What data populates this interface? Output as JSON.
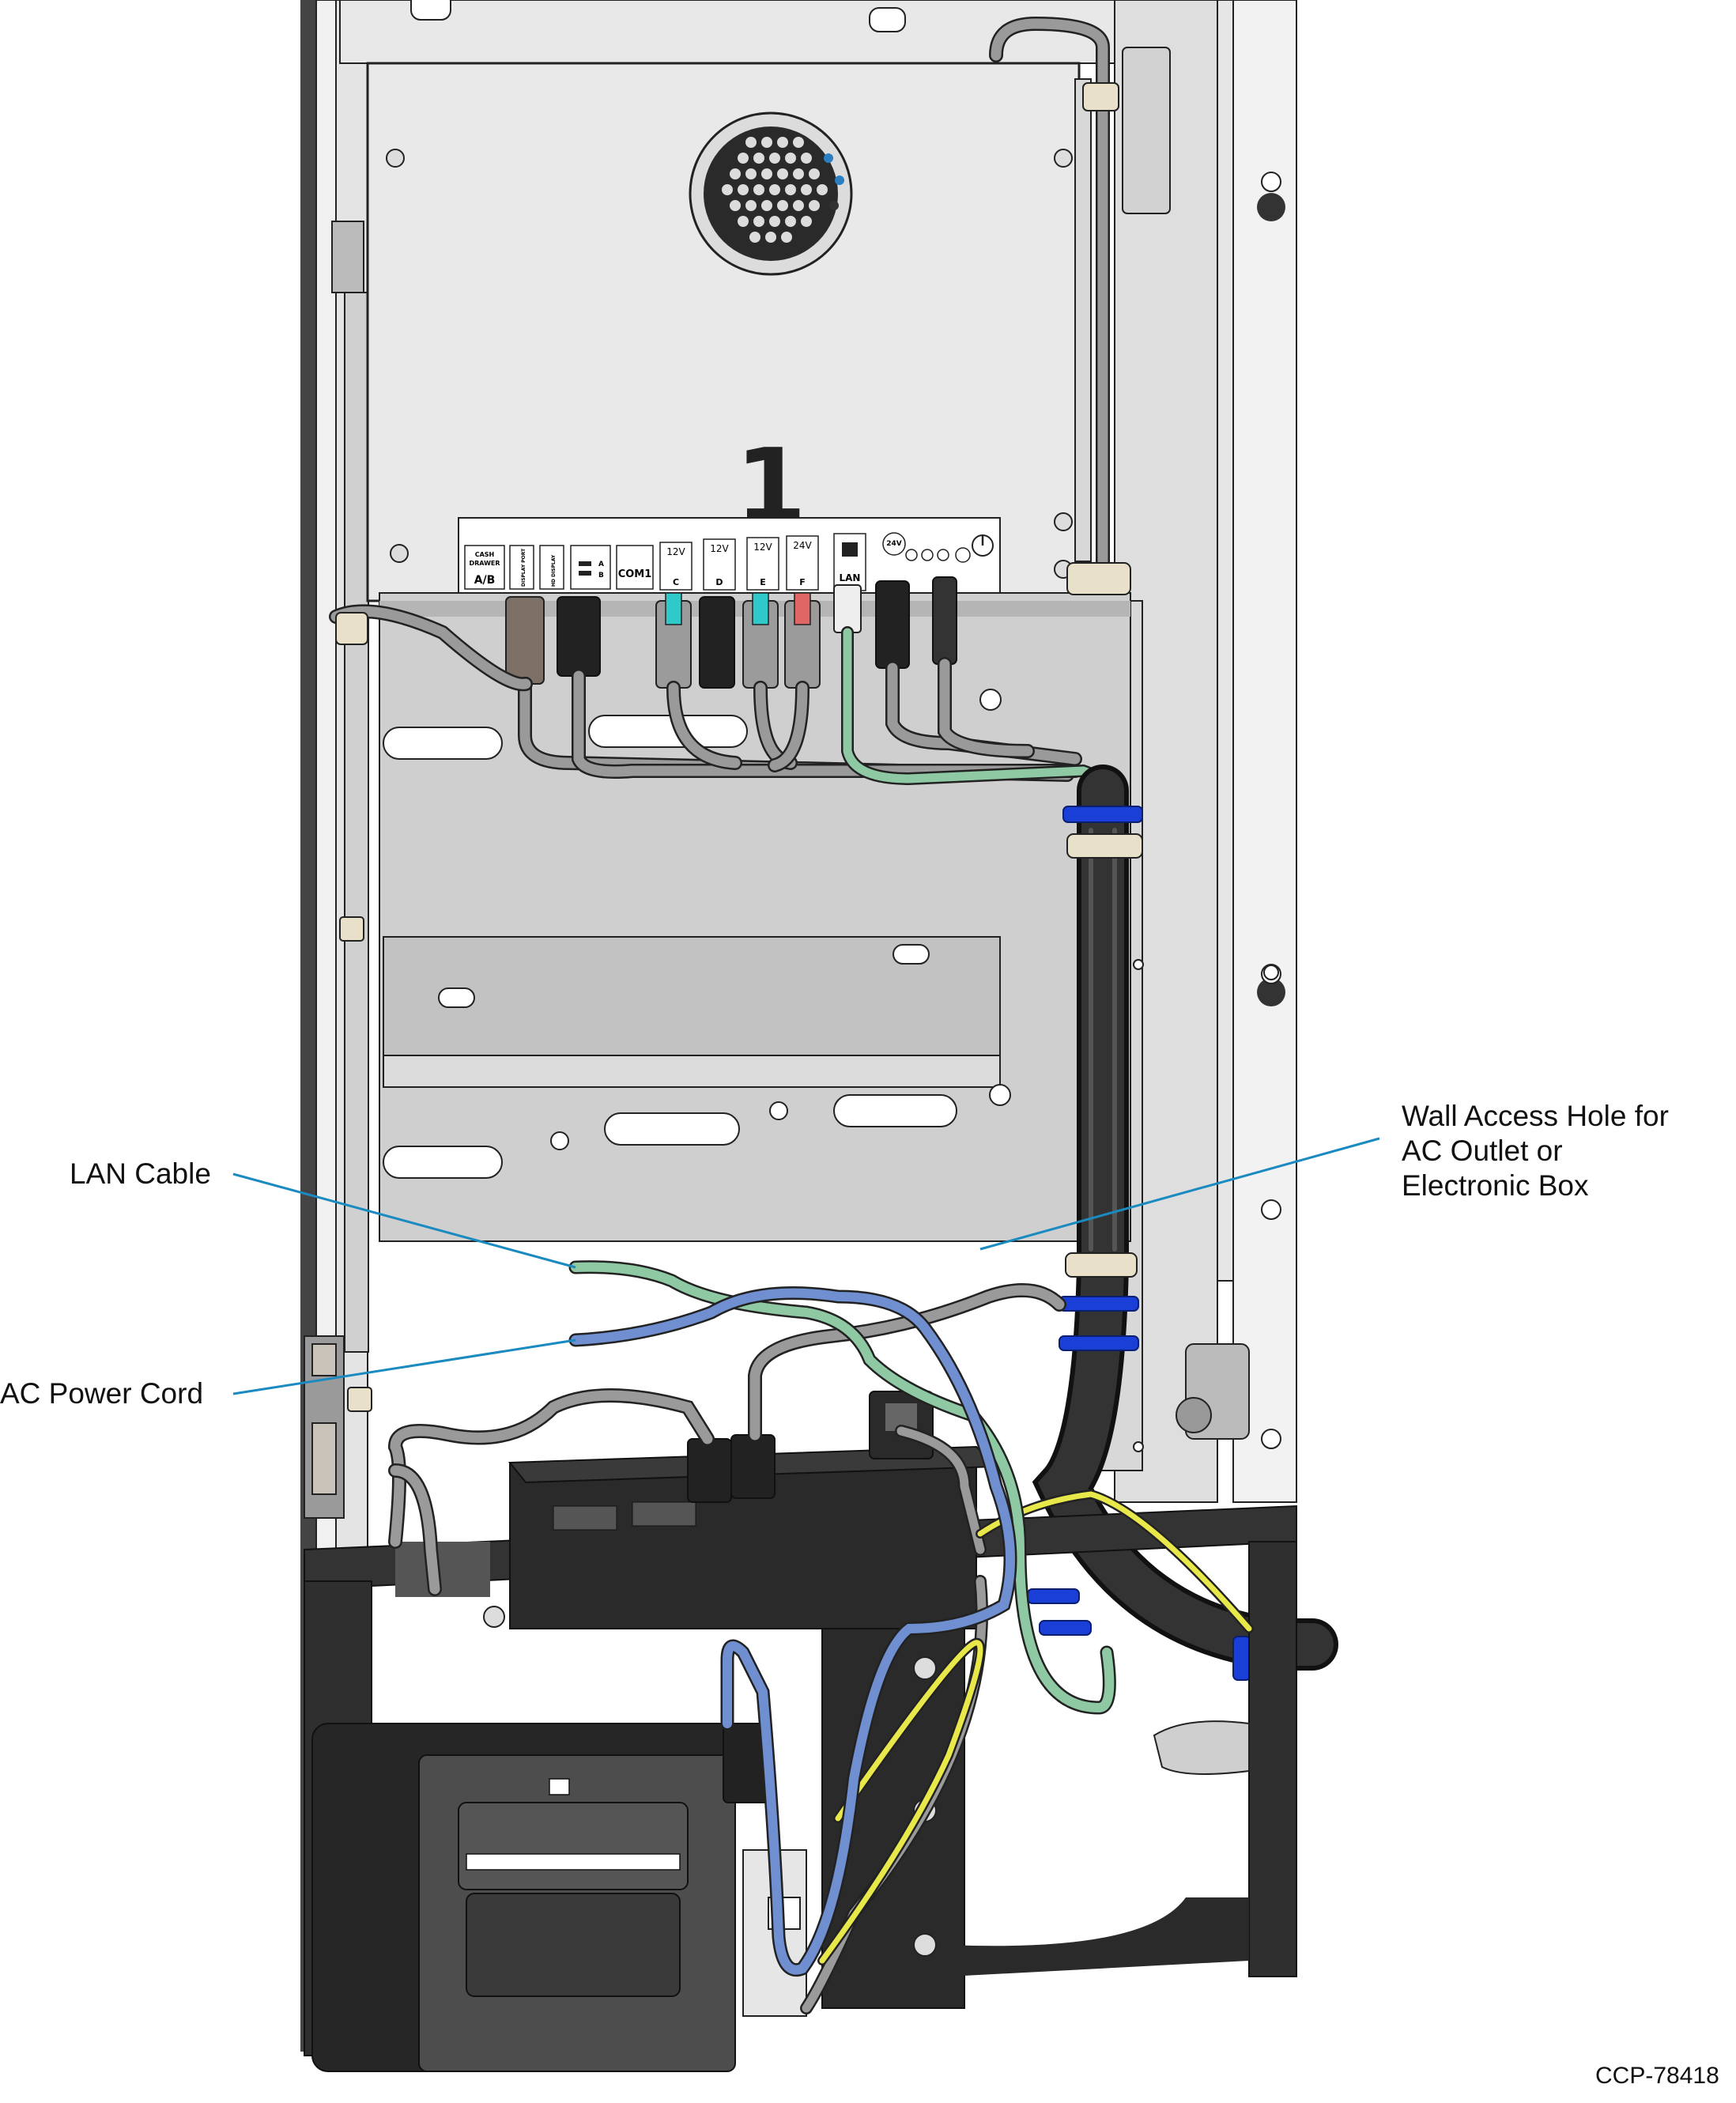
{
  "figure_id": "CCP-78418",
  "assembly_number": "1",
  "callouts": {
    "lan_cable": "LAN Cable",
    "ac_power_cord": "AC Power Cord",
    "wall_access_hole": [
      "Wall Access Hole for",
      "AC Outlet or",
      "Electronic Box"
    ]
  },
  "port_panel": {
    "cash_drawer_top": "CASH",
    "cash_drawer_mid": "DRAWER",
    "cash_drawer_ab": "A/B",
    "display_port": "DISPLAY PORT",
    "hd_display": "HD DISPLAY",
    "usb_a": "A",
    "usb_b": "B",
    "com1": "COM1",
    "usb_c_volt": "12V",
    "usb_c": "C",
    "usb_d_volt": "12V",
    "usb_d": "D",
    "usb_e_volt": "12V",
    "usb_e": "E",
    "usb_f_volt": "24V",
    "usb_f": "F",
    "lan": "LAN",
    "power_in": "24V"
  },
  "colors": {
    "lan_cable": "#8fc9a3",
    "ac_power_cord": "#6f8fd0",
    "callout_leader": "#1a8ac0",
    "ground_wire": "#e8e84a",
    "cable_tie": "#1a3fd6",
    "usb_cyan": "#2fc9c9",
    "usb_red": "#e06666"
  }
}
